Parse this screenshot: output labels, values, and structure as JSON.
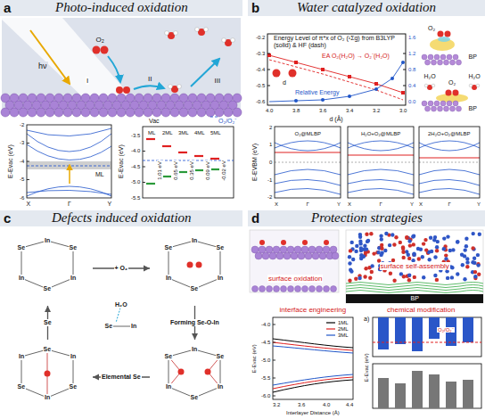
{
  "diagram": {
    "nodes": [
      {
        "text": [
          "a",
          "Photo-induced oxidation"
        ]
      },
      {
        "text": [
          "b",
          "Water catalyzed oxidation"
        ]
      },
      {
        "text": [
          "c",
          "Defects induced oxidation"
        ]
      },
      {
        "text": [
          "d",
          "Protection strategies"
        ]
      },
      {
        "text": [
          "Se",
          "In",
          "Se",
          "In",
          "Se",
          "In"
        ],
        "in": 2
      },
      {
        "text": [
          "Se",
          "In",
          "Se",
          "In",
          "Se",
          "In"
        ],
        "in": 2
      },
      {
        "text": [
          "Se",
          "In",
          "Se",
          "In",
          "Se",
          "In"
        ],
        "in": 2
      },
      {
        "text": [
          "In",
          "Se",
          "In",
          "Se",
          "In",
          "Se"
        ],
        "in": 2
      },
      {
        "text": [
          "H₂O",
          "Se",
          "In"
        ],
        "in": 2
      }
    ],
    "edges": [
      {
        "from": 4,
        "to": 5,
        "arrow": "to",
        "label": "+ O₂"
      },
      {
        "from": 5,
        "to": 6,
        "arrow": "to",
        "label": "Forming Se-O-In"
      },
      {
        "from": 6,
        "to": 7,
        "arrow": "to",
        "label": "Elemental Se"
      },
      {
        "from": 7,
        "to": 4,
        "arrow": "to",
        "label": "Se"
      }
    ],
    "labels": [
      "hν",
      "O₂",
      "I",
      "II",
      "III",
      "E-Evac (eV)",
      "-2",
      "-3",
      "-4",
      "-5",
      "-6",
      "X",
      "Γ",
      "Y",
      "ML",
      "Vac",
      "O₂/O₂⁻",
      "-3.5",
      "-4.0",
      "-4.5",
      "-5.0",
      "-5.5",
      "E-Evac (eV)",
      "ML",
      "2ML",
      "3ML",
      "4ML",
      "5ML",
      "1.01 eV",
      "0.65 eV",
      "0.35 eV",
      "0.09 eV",
      "-0.02 eV",
      "Energy Level of π*x of O₂ (¹Σg) from B3LYP (solid) & HF (dash)",
      "EA O₂(H₂O) → O₂⁻(H₂O)",
      "Relative Energy",
      "-0.2",
      "-0.3",
      "-0.4",
      "-0.5",
      "-0.6",
      "1.6",
      "1.2",
      "0.8",
      "0.4",
      "0.0",
      "4.0",
      "3.8",
      "3.6",
      "3.4",
      "3.2",
      "3.0",
      "d (Å)",
      "d",
      "O₂",
      "BP",
      "H₂O",
      "O₂",
      "H₂O",
      "BP",
      "E-EVBM (eV)",
      "2",
      "1",
      "0",
      "-1",
      "-2",
      "O₂@MLBP",
      "X",
      "Γ",
      "Y",
      "H₂O+O₂@MLBP",
      "X",
      "Γ",
      "Y",
      "2H₂O+O₂@MLBP",
      "X",
      "Γ",
      "Y",
      "surface oxidation",
      "surface self-assembly",
      "BP",
      "interface engineering",
      "E-Evac (eV)",
      "-4.0",
      "-4.5",
      "-5.0",
      "-5.5",
      "-6.0",
      "3.2",
      "3.6",
      "4.0",
      "4.4",
      "Interlayer Distance (Å)",
      "chemical modification",
      "a)",
      "O₂/O₂⁻",
      "E-Evac (eV)"
    ],
    "legend": [
      {
        "text": "1ML"
      },
      {
        "text": "2ML"
      },
      {
        "text": "3ML"
      }
    ]
  }
}
